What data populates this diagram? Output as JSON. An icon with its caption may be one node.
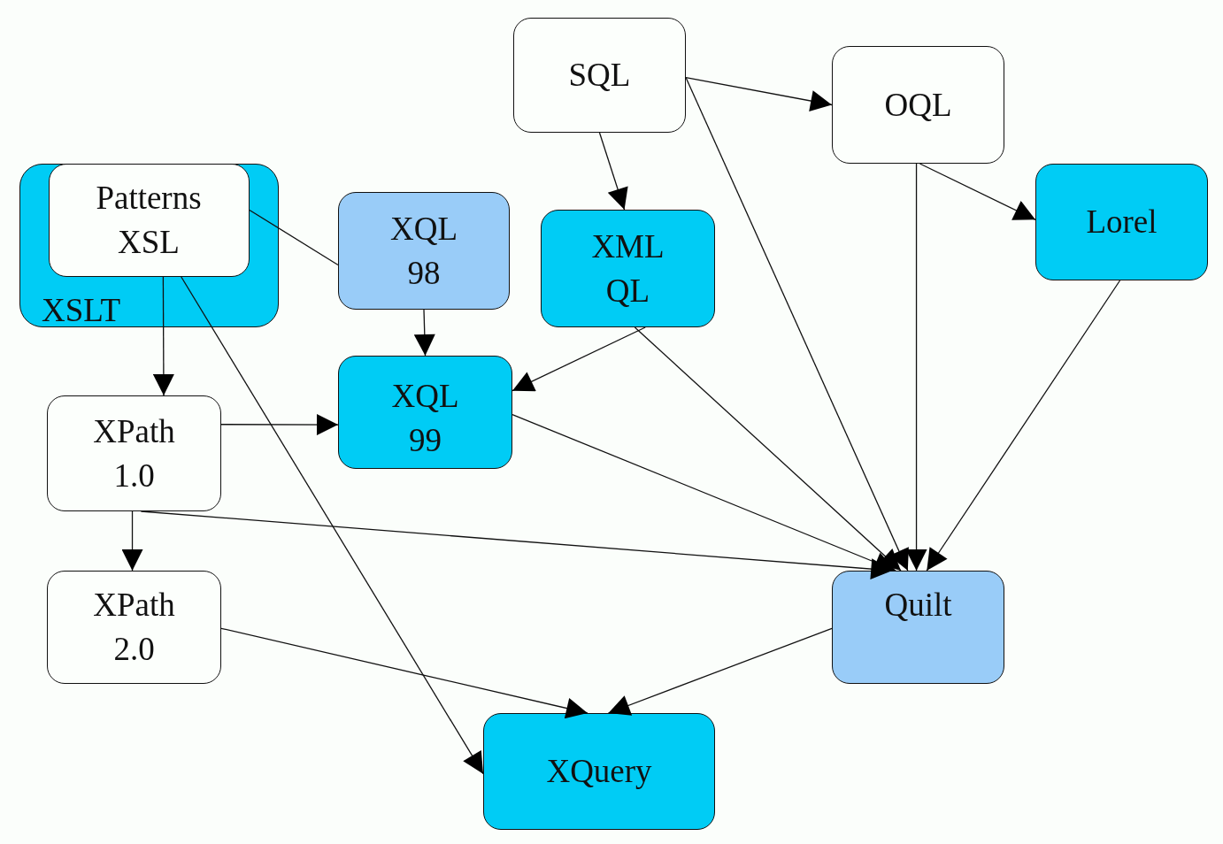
{
  "diagram": {
    "nodes": [
      {
        "text": [
          "XSLT"
        ]
      },
      {
        "text": [
          "Patterns XSL"
        ],
        "in": 0
      },
      {
        "text": [
          "SQL"
        ]
      },
      {
        "text": [
          "OQL"
        ]
      },
      {
        "text": [
          "XQL 98"
        ]
      },
      {
        "text": [
          "XML QL"
        ]
      },
      {
        "text": [
          "Lorel"
        ]
      },
      {
        "text": [
          "XQL 99"
        ]
      },
      {
        "text": [
          "XPath 1.0"
        ]
      },
      {
        "text": [
          "Quilt"
        ]
      },
      {
        "text": [
          "XPath 2.0"
        ]
      },
      {
        "text": [
          "XQuery"
        ]
      }
    ],
    "edges": [
      {
        "from": 2,
        "to": 3,
        "arrow": "to"
      },
      {
        "from": 2,
        "to": 5,
        "arrow": "to"
      },
      {
        "from": 2,
        "to": 9,
        "arrow": "to"
      },
      {
        "from": 3,
        "to": 6,
        "arrow": "to"
      },
      {
        "from": 3,
        "to": 9,
        "arrow": "to"
      },
      {
        "from": 6,
        "to": 9,
        "arrow": "to"
      },
      {
        "from": 1,
        "to": 4,
        "arrow": "none"
      },
      {
        "from": 4,
        "to": 7,
        "arrow": "to"
      },
      {
        "from": 5,
        "to": 7,
        "arrow": "to"
      },
      {
        "from": 5,
        "to": 9,
        "arrow": "to"
      },
      {
        "from": 1,
        "to": 8,
        "arrow": "to"
      },
      {
        "from": 1,
        "to": 11,
        "arrow": "to"
      },
      {
        "from": 8,
        "to": 7,
        "arrow": "to"
      },
      {
        "from": 7,
        "to": 9,
        "arrow": "to"
      },
      {
        "from": 8,
        "to": 9,
        "arrow": "to"
      },
      {
        "from": 8,
        "to": 10,
        "arrow": "to"
      },
      {
        "from": 10,
        "to": 11,
        "arrow": "to"
      },
      {
        "from": 9,
        "to": 11,
        "arrow": "to"
      }
    ]
  }
}
